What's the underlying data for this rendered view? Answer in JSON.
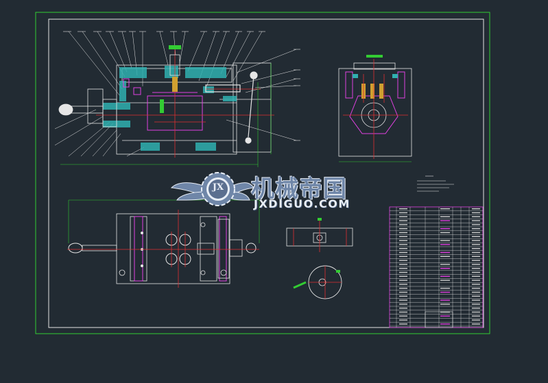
{
  "watermark": {
    "chinese_text": "机械帝国",
    "english_text": "JXDIGUO.COM",
    "logo_letters": "JX"
  },
  "colors": {
    "background": "#222b33",
    "frame": "#33cc33",
    "line": "#e6e6e6",
    "magenta": "#e040e0",
    "red": "#e03030",
    "cyan": "#40c0c0",
    "hatch": "#30b0b0"
  }
}
